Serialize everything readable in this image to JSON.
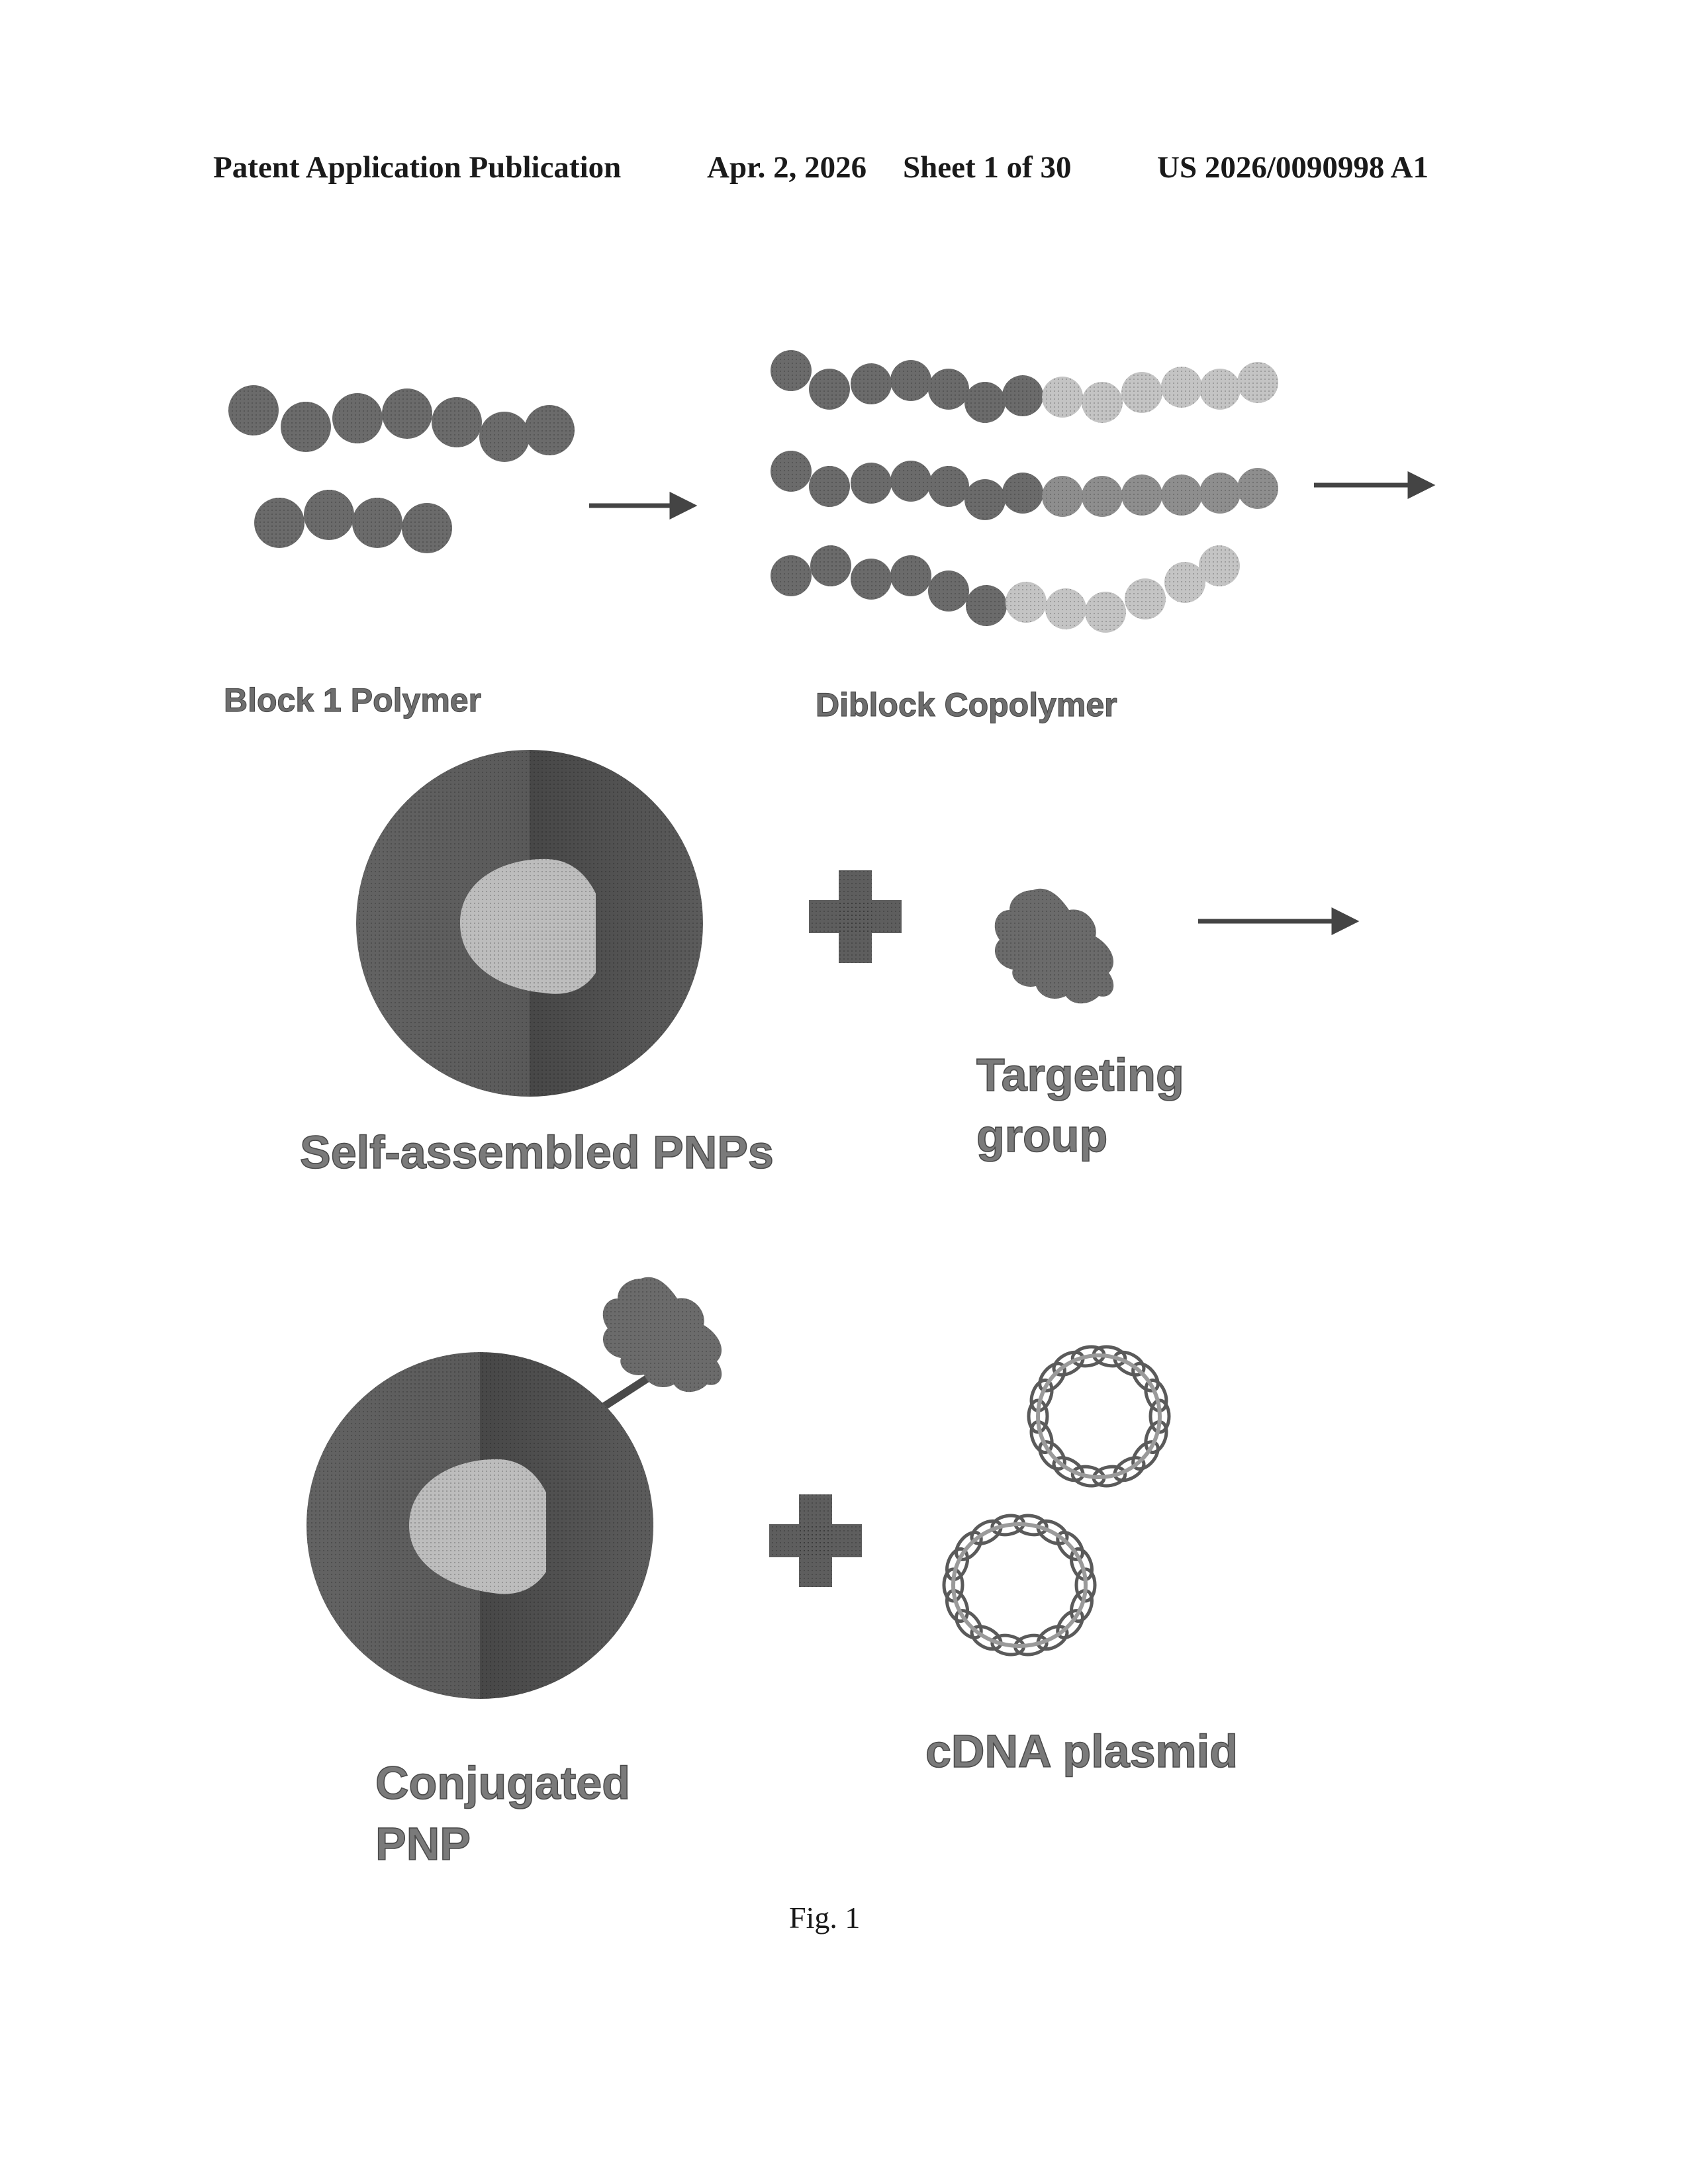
{
  "header": {
    "publication": "Patent Application Publication",
    "date": "Apr. 2, 2026",
    "sheet": "Sheet 1 of 30",
    "number": "US 2026/0090998 A1"
  },
  "labels": {
    "block1": "Block 1 Polymer",
    "diblock": "Diblock Copolymer",
    "pnps": "Self-assembled PNPs",
    "targeting_line1": "Targeting",
    "targeting_line2": "group",
    "conjugated_line1": "Conjugated",
    "conjugated_line2": "PNP",
    "plasmid": "cDNA plasmid"
  },
  "caption": "Fig. 1",
  "colors": {
    "block1_bead": "#6b6b6b",
    "block2_bead_light": "#c4c4c4",
    "block2_bead_mid": "#8e8e8e",
    "shell": "#5e5e5e",
    "core": "#bdbdbd",
    "arrow": "#444444"
  }
}
